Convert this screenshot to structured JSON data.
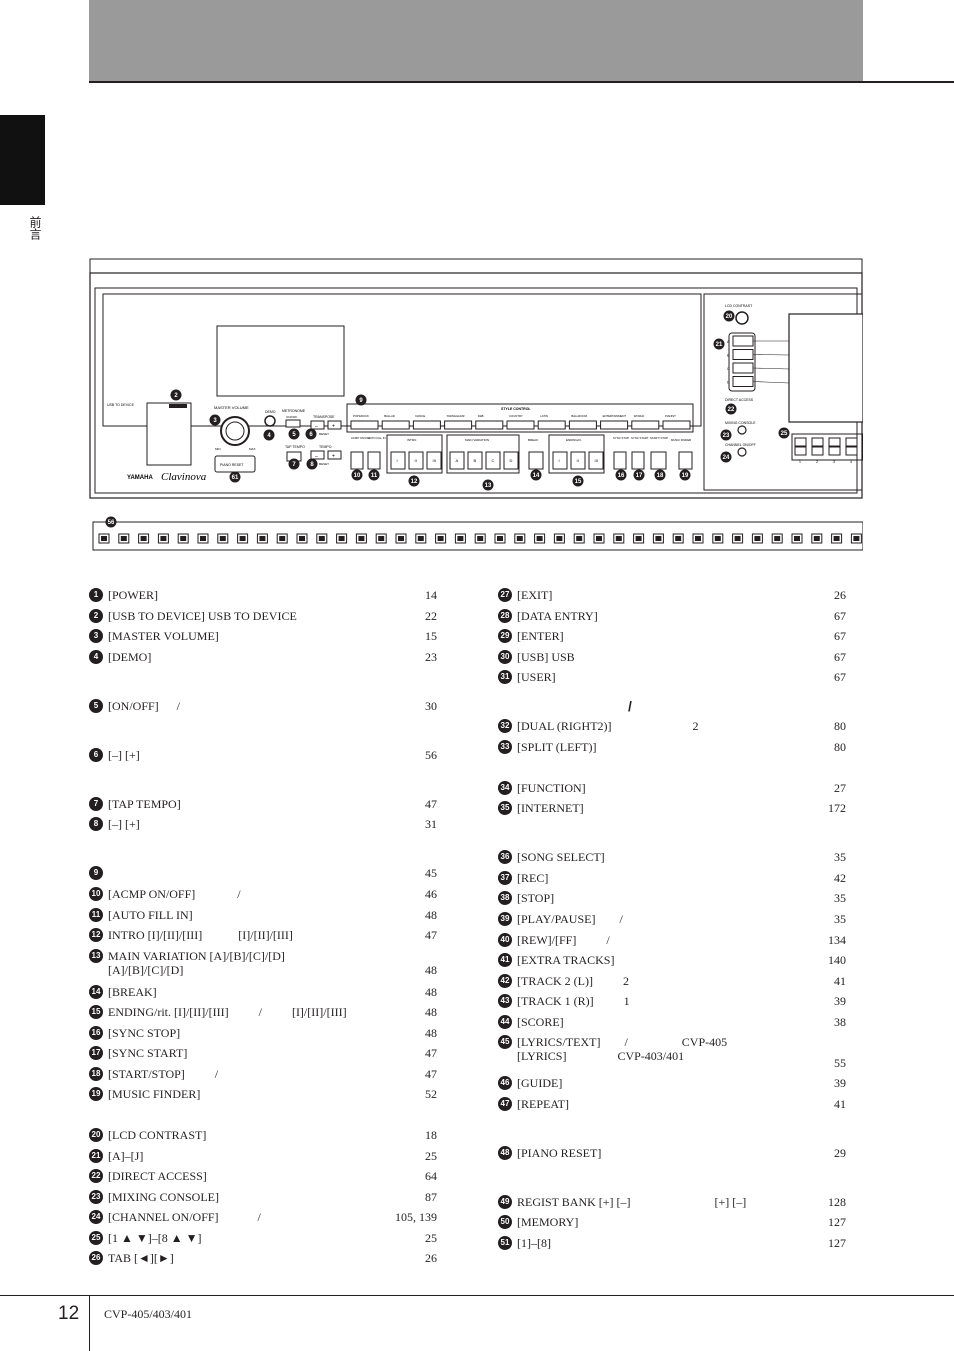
{
  "side_label": "前言",
  "panel": {
    "usb_to_device": "USB TO DEVICE",
    "master_volume": "MASTER VOLUME",
    "demo": "DEMO",
    "metronome": "METRONOME",
    "on_off": "ON/OFF",
    "transpose": "TRANSPOSE",
    "reset": "RESET",
    "tap_tempo": "TAP TEMPO",
    "tempo": "TEMPO",
    "minus": "–",
    "plus": "+",
    "min": "MIN",
    "max": "MAX",
    "manual_piano_reset": "PIANO RESET",
    "brand": "YAMAHA",
    "product": "Clavinova",
    "style_control": "STYLE CONTROL",
    "style_buttons": [
      "POP&ROCK",
      "BALLAD",
      "DANCE",
      "SWING&JAZZ",
      "R&B",
      "COUNTRY",
      "LATIN",
      "BALLROOM",
      "ENTERTAINMENT",
      "WORLD",
      "PIANIST"
    ],
    "acmp": "ACMP ON/OFF",
    "auto_fill": "AUTO FILL IN",
    "intro": "INTRO",
    "main_variation": "MAIN VARIATION",
    "break": "BREAK",
    "ending": "ENDING/rit.",
    "sync_stop": "SYNC STOP",
    "sync_start": "SYNC START",
    "start_stop": "START/ STOP",
    "music_finder": "MUSIC FINDER",
    "roman": [
      "I",
      "II",
      "III"
    ],
    "abcd": [
      "A",
      "B",
      "C",
      "D"
    ],
    "lcd_contrast": "LCD CONTRAST",
    "direct_access": "DIRECT ACCESS",
    "mixing_console": "MIXING CONSOLE",
    "channel_on_off": "CHANNEL ON/OFF",
    "lcd_side_letters": [
      "A",
      "B",
      "C",
      "D"
    ],
    "lcd_bottom_numbers": [
      "1",
      "2",
      "3",
      "4"
    ],
    "callouts": [
      "2",
      "3",
      "4",
      "5",
      "6",
      "7",
      "8",
      "9",
      "10",
      "11",
      "12",
      "13",
      "14",
      "15",
      "16",
      "17",
      "18",
      "19",
      "20",
      "21",
      "22",
      "23",
      "24",
      "25",
      "56",
      "61"
    ]
  },
  "left_entries": [
    {
      "num": "1",
      "label": "[POWER]",
      "page": "14"
    },
    {
      "num": "2",
      "label": "[USB TO DEVICE] USB TO DEVICE",
      "page": "22"
    },
    {
      "num": "3",
      "label": "[MASTER VOLUME]",
      "page": "15"
    },
    {
      "num": "4",
      "label": "[DEMO]",
      "page": "23"
    },
    {
      "num": "5",
      "label": "[ON/OFF]      /",
      "page": "30"
    },
    {
      "num": "6",
      "label": "[–] [+]",
      "page": "56"
    },
    {
      "num": "7",
      "label": "[TAP TEMPO]",
      "page": "47"
    },
    {
      "num": "8",
      "label": "[–] [+]",
      "page": "31"
    },
    {
      "num": "9",
      "label": "",
      "page": "45"
    },
    {
      "num": "10",
      "label": "[ACMP ON/OFF]              /",
      "page": "46"
    },
    {
      "num": "11",
      "label": "[AUTO FILL IN]",
      "page": "48"
    },
    {
      "num": "12",
      "label": "INTRO [I]/[II]/[III]            [I]/[II]/[III]",
      "page": "47"
    },
    {
      "num": "13",
      "label": "MAIN VARIATION [A]/[B]/[C]/[D]",
      "label2": "[A]/[B]/[C]/[D]",
      "page": "48"
    },
    {
      "num": "14",
      "label": "[BREAK]",
      "page": "48"
    },
    {
      "num": "15",
      "label": "ENDING/rit. [I]/[II]/[III]          /          [I]/[II]/[III]",
      "page": "48"
    },
    {
      "num": "16",
      "label": "[SYNC STOP]",
      "page": "48"
    },
    {
      "num": "17",
      "label": "[SYNC START]",
      "page": "47"
    },
    {
      "num": "18",
      "label": "[START/STOP]          /",
      "page": "47"
    },
    {
      "num": "19",
      "label": "[MUSIC FINDER]",
      "page": "52"
    },
    {
      "num": "20",
      "label": "[LCD CONTRAST]",
      "page": "18"
    },
    {
      "num": "21",
      "label": "[A]–[J]",
      "page": "25"
    },
    {
      "num": "22",
      "label": "[DIRECT ACCESS]",
      "page": "64"
    },
    {
      "num": "23",
      "label": "[MIXING CONSOLE]",
      "page": "87"
    },
    {
      "num": "24",
      "label": "[CHANNEL ON/OFF]             /",
      "page": "105, 139"
    },
    {
      "num": "25",
      "label": "[1 ▲ ▼]–[8 ▲ ▼]",
      "page": "25"
    },
    {
      "num": "26",
      "label": "TAB [◄][►]",
      "page": "26"
    }
  ],
  "right_entries": [
    {
      "num": "27",
      "label": "[EXIT]",
      "page": "26"
    },
    {
      "num": "28",
      "label": "[DATA ENTRY]",
      "page": "67"
    },
    {
      "num": "29",
      "label": "[ENTER]",
      "page": "67"
    },
    {
      "num": "30",
      "label": "[USB] USB",
      "page": "67"
    },
    {
      "num": "31",
      "label": "[USER]",
      "page": "67"
    },
    {
      "num": "32",
      "label": "[DUAL (RIGHT2)]                           2",
      "page": "80"
    },
    {
      "num": "33",
      "label": "[SPLIT (LEFT)]",
      "page": "80"
    },
    {
      "num": "34",
      "label": "[FUNCTION]",
      "page": "27"
    },
    {
      "num": "35",
      "label": "[INTERNET]",
      "page": "172"
    },
    {
      "num": "36",
      "label": "[SONG SELECT]",
      "page": "35"
    },
    {
      "num": "37",
      "label": "[REC]",
      "page": "42"
    },
    {
      "num": "38",
      "label": "[STOP]",
      "page": "35"
    },
    {
      "num": "39",
      "label": "[PLAY/PAUSE]        /",
      "page": "35"
    },
    {
      "num": "40",
      "label": "[REW]/[FF]          /",
      "page": "134"
    },
    {
      "num": "41",
      "label": "[EXTRA TRACKS]",
      "page": "140"
    },
    {
      "num": "42",
      "label": "[TRACK 2 (L)]          2",
      "page": "41"
    },
    {
      "num": "43",
      "label": "[TRACK 1 (R)]          1",
      "page": "39"
    },
    {
      "num": "44",
      "label": "[SCORE]",
      "page": "38"
    },
    {
      "num": "45",
      "label": "[LYRICS/TEXT]        /                  CVP-405",
      "label2": "[LYRICS]                 CVP-403/401",
      "page": "55"
    },
    {
      "num": "46",
      "label": "[GUIDE]",
      "page": "39"
    },
    {
      "num": "47",
      "label": "[REPEAT]",
      "page": "41"
    },
    {
      "num": "48",
      "label": "[PIANO RESET]",
      "page": "29"
    },
    {
      "num": "49",
      "label": "REGIST BANK [+] [–]                            [+] [–]",
      "page": "128"
    },
    {
      "num": "50",
      "label": "[MEMORY]",
      "page": "127"
    },
    {
      "num": "51",
      "label": "[1]–[8]",
      "page": "127"
    }
  ],
  "slash_mark": "/",
  "footer": {
    "page_number": "12",
    "model": "CVP-405/403/401"
  }
}
